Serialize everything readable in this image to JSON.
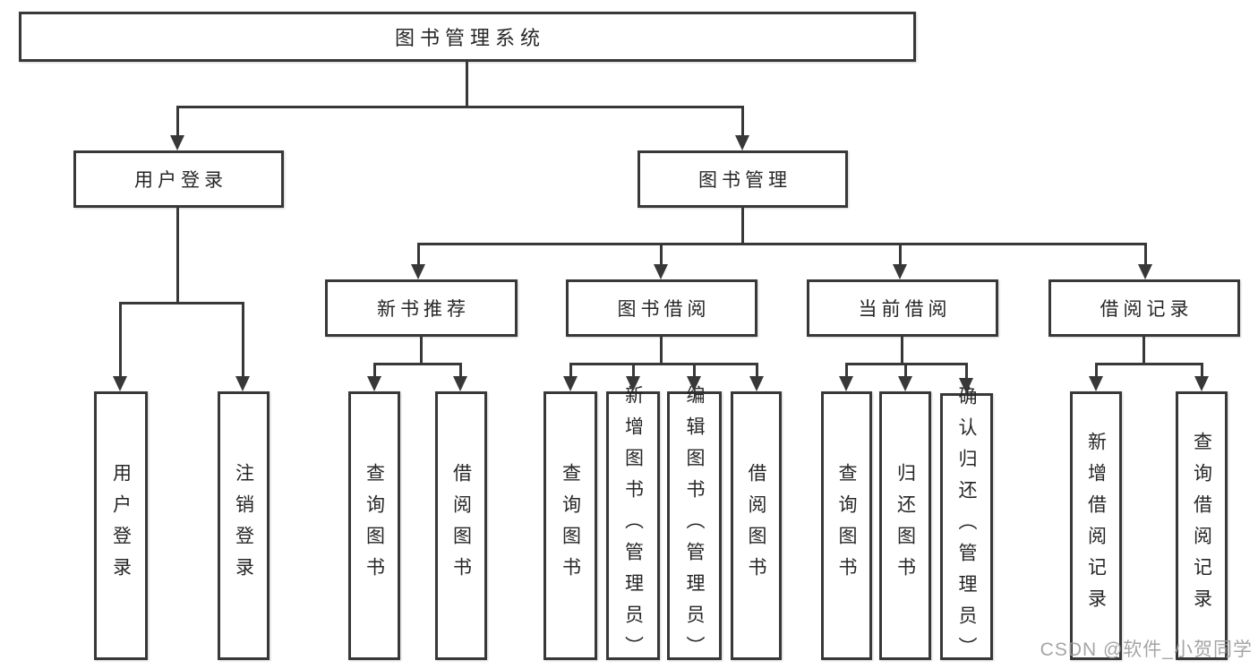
{
  "diagram": {
    "root": {
      "label": "图书管理系统"
    },
    "level2": [
      {
        "label": "用户登录"
      },
      {
        "label": "图书管理"
      }
    ],
    "categories": [
      {
        "label": "新书推荐"
      },
      {
        "label": "图书借阅"
      },
      {
        "label": "当前借阅"
      },
      {
        "label": "借阅记录"
      }
    ],
    "leaves": {
      "login": [
        "用户登录",
        "注销登录"
      ],
      "new_books": [
        "查询图书",
        "借阅图书"
      ],
      "borrow": [
        "查询图书",
        "新增图书（管理员）",
        "编辑图书（管理员）",
        "借阅图书"
      ],
      "current": [
        "查询图书",
        "归还图书",
        "确认归还（管理员）"
      ],
      "records": [
        "新增借阅记录",
        "查询借阅记录"
      ]
    }
  },
  "watermark": "CSDN @软件_小贺同学",
  "colors": {
    "line": "#383838",
    "text": "#262626",
    "background": "#ffffff",
    "watermark": "#9b9b9b"
  }
}
